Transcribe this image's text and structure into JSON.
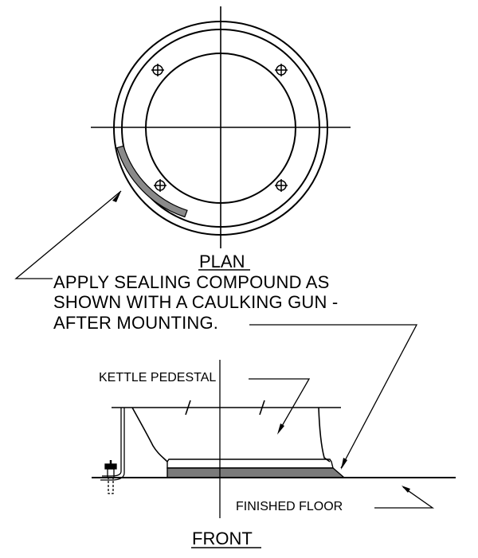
{
  "plan_view": {
    "title": "PLAN"
  },
  "note": {
    "lines": [
      "APPLY SEALING COMPOUND AS",
      "SHOWN WITH A CAULKING GUN -",
      "AFTER MOUNTING."
    ]
  },
  "front_view": {
    "title": "FRONT",
    "kettle_label": "KETTLE PEDESTAL",
    "floor_label": "FINISHED FLOOR"
  },
  "colors": {
    "line": "#000000",
    "sealant_fill": "#8a8a8a"
  }
}
